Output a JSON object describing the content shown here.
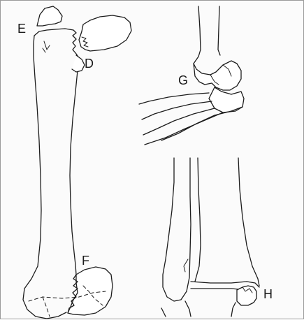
{
  "labels": {
    "E": "E",
    "D": "D",
    "G": "G",
    "F": "F",
    "H": "H"
  },
  "colors": {
    "stroke": "#1c1c1c",
    "background": "#fbfbfb",
    "border": "#9a9a9a"
  }
}
